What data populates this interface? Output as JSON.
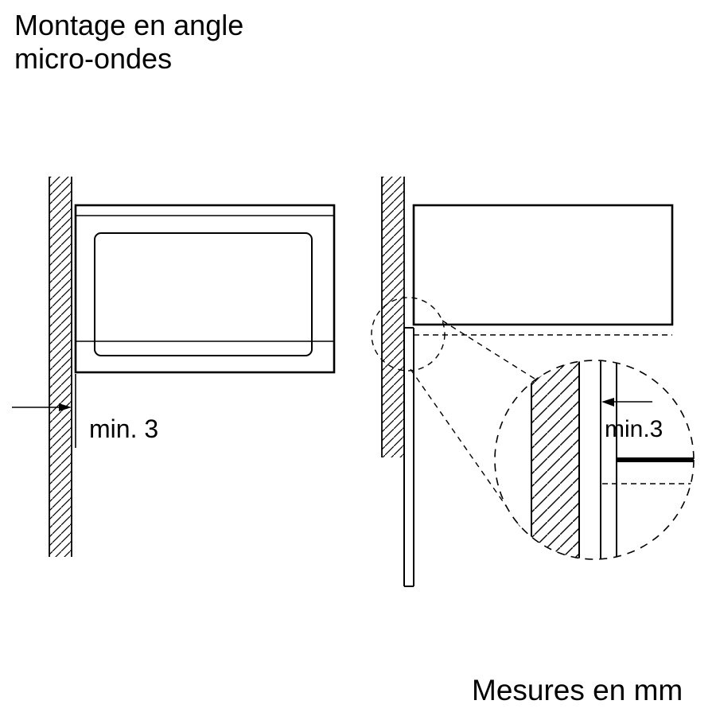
{
  "page": {
    "title_line1": "Montage en angle",
    "title_line2": "micro-ondes",
    "units_note": "Mesures en mm"
  },
  "dimensions": {
    "front_view_gap_label": "min. 3",
    "detail_view_gap_label": "min.3"
  },
  "colors": {
    "line": "#000000",
    "background": "#ffffff"
  }
}
